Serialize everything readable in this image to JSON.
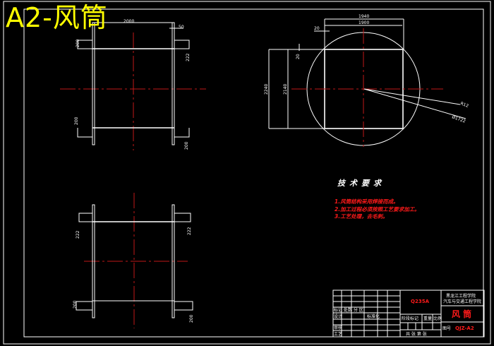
{
  "sheet_title": "A2-风筒",
  "side_view_top": {
    "dims": [
      "2000",
      "50",
      "200",
      "222",
      "200",
      "200"
    ]
  },
  "side_view_bottom": {
    "dims": [
      "222",
      "222",
      "200",
      "200"
    ]
  },
  "plan_view": {
    "dims": [
      "1940",
      "1900",
      "20",
      "20",
      "2240",
      "2140",
      "R12",
      "Ø1722"
    ]
  },
  "technical_requirements": {
    "heading": "技术要求",
    "items": [
      "1.风筒结构采用焊接而成。",
      "2.加工过程必须按照工艺要求加工。",
      "3.工艺处理，去毛刺。"
    ]
  },
  "title_block": {
    "part_name": "风 筒",
    "school": "黑龙江工程学院",
    "department": "汽车与交通工程学院",
    "drawing_no": "QJZ-A2",
    "scale_label": "比例",
    "stage_label": "阶段标记",
    "weight_label": "重量",
    "sheet_label": "共 张  第 张",
    "designer_label": "设计",
    "review_label": "审核",
    "process_label": "工艺",
    "standard_label": "标准化",
    "signature_label": "标记 处数 分 区",
    "material": "Q235A",
    "code_label": "图号"
  },
  "colors": {
    "background": "#000000",
    "lines": "#ffffff",
    "centerline": "#c01818",
    "title": "#ffff00",
    "notes": "#ff1a1a"
  }
}
